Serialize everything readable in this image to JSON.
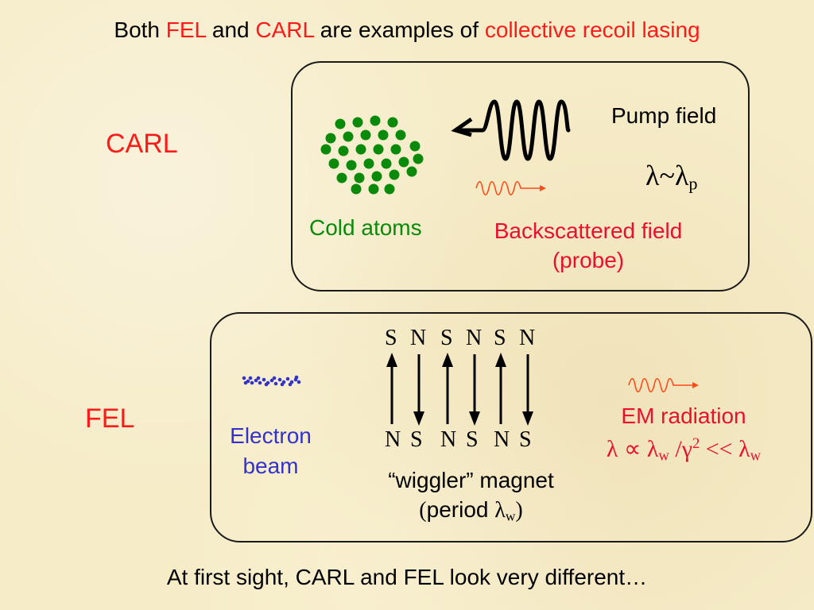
{
  "title": {
    "part1": "Both ",
    "fel": "FEL",
    "part2": " and ",
    "carl": "CARL",
    "part3": " are examples of ",
    "highlight": "collective recoil lasing"
  },
  "carl": {
    "label": "CARL",
    "pump_field": "Pump field",
    "lambda_symbol": "λ",
    "tilde": "~",
    "lambda_p_symbol": "λ",
    "lambda_p_sub": "p",
    "cold_atoms": "Cold atoms",
    "backscattered_line1": "Backscattered field",
    "backscattered_line2": "(probe)"
  },
  "fel": {
    "label": "FEL",
    "electron_line1": "Electron",
    "electron_line2": "beam",
    "poles_top": [
      "S",
      "N",
      "S",
      "N",
      "S",
      "N"
    ],
    "poles_bottom": [
      "N",
      "S",
      "N",
      "S",
      "N",
      "S"
    ],
    "wiggler_line1": "“wiggler” magnet",
    "wiggler_open": "(",
    "wiggler_period": "period ",
    "wiggler_lambda": "λ",
    "wiggler_sub": "w",
    "wiggler_close": ")",
    "em_radiation": "EM radiation",
    "em_formula": {
      "lambda1": "λ",
      "propto": " ∝ ",
      "lambda2": "λ",
      "sub_w1": "w",
      "slash": " /",
      "gamma": "γ",
      "sup2": "2",
      "ll": " << ",
      "lambda3": "λ",
      "sub_w2": "w"
    }
  },
  "footer": "At first sight, CARL and FEL look very different…",
  "colors": {
    "background": "#f6ecc8",
    "red": "#ff1a1a",
    "crimson": "#e8112d",
    "green": "#0a8a0a",
    "blue": "#3333cc",
    "wave_orange": "#ff4a1a"
  }
}
